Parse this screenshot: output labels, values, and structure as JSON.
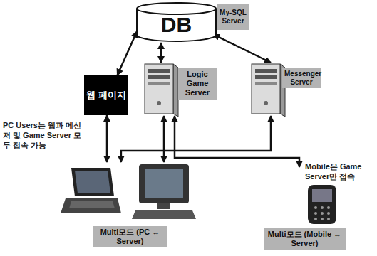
{
  "diagram": {
    "nodes": [
      {
        "text": [
          "DB"
        ]
      },
      {
        "text": [
          "My-SQL Server"
        ]
      },
      {
        "text": [
          "웹 페이지"
        ]
      },
      {
        "text": [
          "Logic Game Server"
        ]
      },
      {
        "text": [
          "Messenger Server"
        ]
      },
      {
        "text": [
          "Multi모드 (PC ↔ Server)"
        ]
      },
      {
        "text": [
          "Multi모드 (Mobile ↔ Server)"
        ]
      }
    ],
    "edges": [
      {
        "from": 0,
        "to": 2,
        "arrow": "both"
      },
      {
        "from": 0,
        "to": 3,
        "arrow": "both"
      },
      {
        "from": 0,
        "to": 4,
        "arrow": "both"
      },
      {
        "from": 5,
        "to": 2,
        "arrow": "both"
      },
      {
        "from": 5,
        "to": 3,
        "arrow": "both"
      },
      {
        "from": 5,
        "to": 4,
        "arrow": "both"
      },
      {
        "from": 6,
        "to": 3,
        "arrow": "both"
      }
    ],
    "labels": [
      "PC Users는 웹과 메신저 및 Game Server 모두 접속 가능",
      "Mobile은 Game Server만 접속"
    ]
  }
}
